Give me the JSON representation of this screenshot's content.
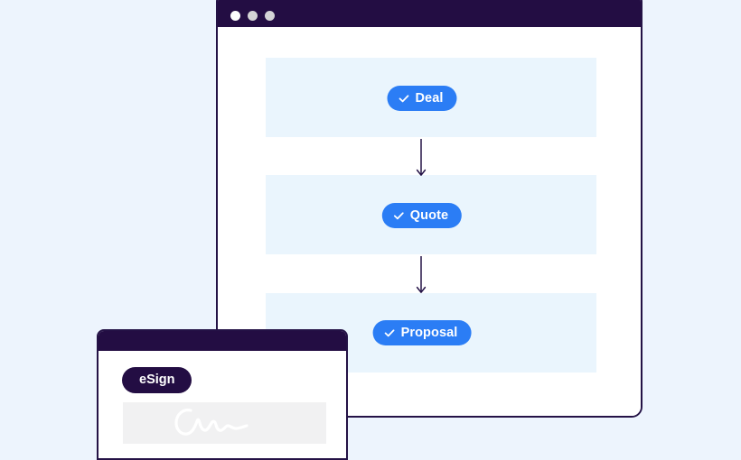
{
  "page": {
    "background_color": "#edf4fd"
  },
  "main_window": {
    "name": "workflow-window",
    "border_color": "#241246",
    "titlebar": {
      "background_color": "#230d43",
      "dots": [
        {
          "name": "traffic-light-dot-close",
          "color": "#fdfdfd"
        },
        {
          "name": "traffic-light-dot-minimize",
          "color": "#d4d4d6"
        },
        {
          "name": "traffic-light-dot-maximize",
          "color": "#d4d4d6"
        }
      ]
    },
    "flow": {
      "band_color": "#eaf5fd",
      "badge_color": "#2b7df5",
      "badge_text_color": "#ffffff",
      "arrow_color": "#241246",
      "steps": [
        {
          "label": "Deal",
          "icon": "check-icon",
          "state": "complete"
        },
        {
          "label": "Quote",
          "icon": "check-icon",
          "state": "complete"
        },
        {
          "label": "Proposal",
          "icon": "check-icon",
          "state": "complete"
        }
      ],
      "connectors": [
        {
          "name": "arrow-deal-to-quote",
          "direction": "down"
        },
        {
          "name": "arrow-quote-to-proposal",
          "direction": "down"
        }
      ]
    }
  },
  "sign_window": {
    "name": "esign-window",
    "border_color": "#241246",
    "titlebar": {
      "background_color": "#230d43"
    },
    "badge": {
      "label": "eSign",
      "background_color": "#230d43",
      "text_color": "#ffffff"
    },
    "signature": {
      "name": "signature-canvas",
      "background_color": "#f1f1f2",
      "stroke_color": "#ffffff"
    }
  }
}
